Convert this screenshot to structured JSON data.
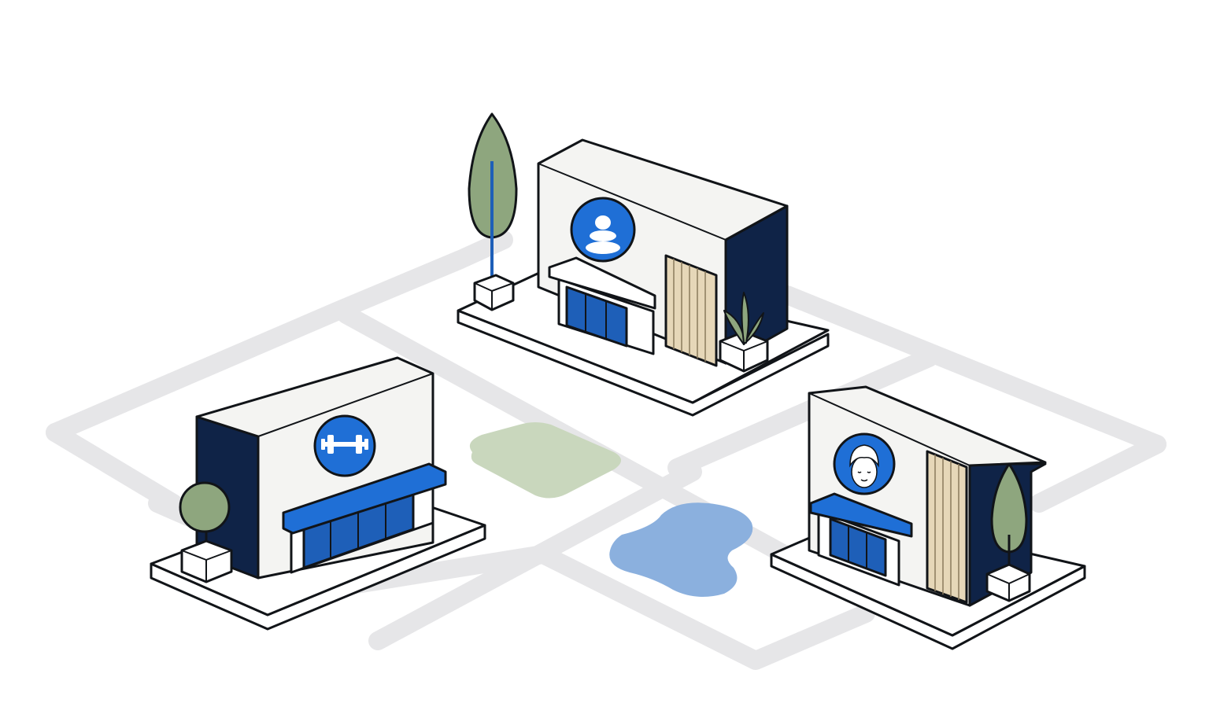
{
  "colors": {
    "background": "#ffffff",
    "road": "#e6e6e8",
    "outline": "#111418",
    "wall": "#f4f4f2",
    "navy": "#0f2347",
    "brand_blue": "#1f6fd6",
    "door_blue": "#1e5fb8",
    "wood": "#e6d7b8",
    "foliage": "#8ea67e",
    "grass_patch": "#c9d7bd",
    "pond": "#8bb0de"
  },
  "buildings": [
    {
      "id": "spa",
      "logo_icon": "stacked-stones-icon"
    },
    {
      "id": "gym",
      "logo_icon": "dumbbell-icon"
    },
    {
      "id": "salon",
      "logo_icon": "towel-face-icon"
    }
  ],
  "features": [
    "road-grid",
    "grass-patch",
    "pond",
    "cypress-tree",
    "round-tree",
    "potted-plant"
  ]
}
